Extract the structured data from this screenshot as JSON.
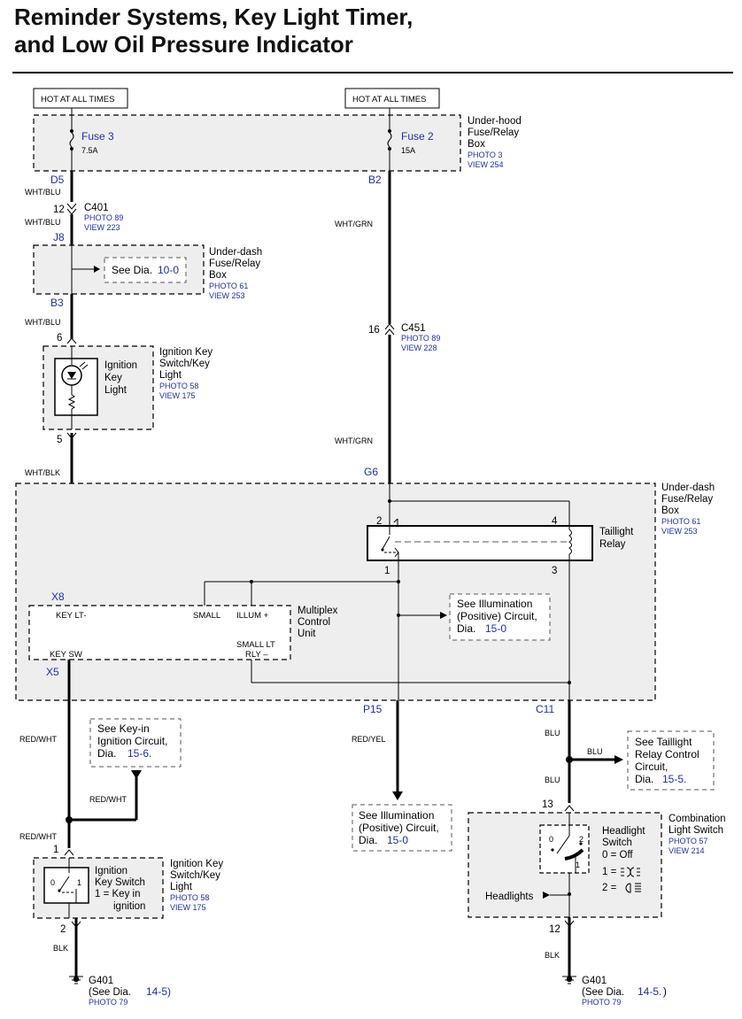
{
  "title": {
    "line1": "Reminder Systems, Key Light Timer,",
    "line2": "and Low Oil Pressure Indicator"
  },
  "hot": {
    "left": "HOT AT ALL TIMES",
    "right": "HOT AT ALL TIMES"
  },
  "underhood_box": {
    "label1": "Under-hood",
    "label2": "Fuse/Relay",
    "label3": "Box",
    "photo": "PHOTO 3",
    "view": "VIEW 254",
    "fuse3": "Fuse 3",
    "fuse3_amp": "7.5A",
    "fuse2": "Fuse 2",
    "fuse2_amp": "15A",
    "pin_d5": "D5",
    "pin_b2": "B2"
  },
  "c401": {
    "pin": "12",
    "name": "C401",
    "photo": "PHOTO 89",
    "view": "VIEW 223"
  },
  "c451": {
    "pin": "16",
    "name": "C451",
    "photo": "PHOTO 89",
    "view": "VIEW 228"
  },
  "underdash_box_small": {
    "pin_j8": "J8",
    "pin_b3": "B3",
    "see_prefix": "See Dia.",
    "see_ref": "10-0",
    "label1": "Under-dash",
    "label2": "Fuse/Relay",
    "label3": "Box",
    "photo": "PHOTO 61",
    "view": "VIEW 253"
  },
  "key_light": {
    "pin_top": "6",
    "pin_bottom": "5",
    "inner1": "Ignition",
    "inner2": "Key",
    "inner3": "Light",
    "label1": "Ignition Key",
    "label2": "Switch/Key",
    "label3": "Light",
    "photo": "PHOTO 58",
    "view": "VIEW 175"
  },
  "wires": {
    "wht_blu_1": "WHT/BLU",
    "wht_blu_2": "WHT/BLU",
    "wht_blu_3": "WHT/BLU",
    "wht_blk": "WHT/BLK",
    "wht_grn_1": "WHT/GRN",
    "wht_grn_2": "WHT/GRN",
    "red_wht_1": "RED/WHT",
    "red_wht_2": "RED/WHT",
    "red_wht_3": "RED/WHT",
    "red_yel": "RED/YEL",
    "blu_1": "BLU",
    "blu_2": "BLU",
    "blu_3": "BLU",
    "blk_1": "BLK",
    "blk_2": "BLK"
  },
  "underdash_box_large": {
    "pin_g6": "G6",
    "pin_x8": "X8",
    "pin_x5": "X5",
    "pin_p15": "P15",
    "pin_c11": "C11",
    "label1": "Under-dash",
    "label2": "Fuse/Relay",
    "label3": "Box",
    "photo": "PHOTO 61",
    "view": "VIEW 253"
  },
  "taillight_relay": {
    "label1": "Taillight",
    "label2": "Relay",
    "pin2": "2",
    "pin4": "4",
    "pin1": "1",
    "pin3": "3"
  },
  "mcu": {
    "label1": "Multiplex",
    "label2": "Control",
    "label3": "Unit",
    "key_lt": "KEY LT-",
    "small": "SMALL",
    "illum": "ILLUM +",
    "key_sw": "KEY SW",
    "small_lt1": "SMALL LT",
    "small_lt2": "RLY –"
  },
  "see_illum_inner": {
    "l1": "See Illumination",
    "l2": "(Positive) Circuit,",
    "l3": "Dia.",
    "ref": "15-0"
  },
  "see_keyin": {
    "l1": "See Key-in",
    "l2": "Ignition Circuit,",
    "l3": "Dia.",
    "ref": "15-6."
  },
  "see_illum_bottom": {
    "l1": "See Illumination",
    "l2": "(Positive) Circuit,",
    "l3": "Dia.",
    "ref": "15-0"
  },
  "see_taillight_ctrl": {
    "l1": "See Taillight",
    "l2": "Relay Control",
    "l3": "Circuit,",
    "l4": "Dia.",
    "ref": "15-5."
  },
  "ign_switch": {
    "pin_top": "1",
    "pin_bottom": "2",
    "inner1": "Ignition",
    "inner2": "Key Switch",
    "inner3": "1 = Key in",
    "inner4": "ignition",
    "pos0": "0",
    "pos1": "1",
    "label1": "Ignition Key",
    "label2": "Switch/Key",
    "label3": "Light",
    "photo": "PHOTO 58",
    "view": "VIEW 175"
  },
  "combo_switch": {
    "pin_top": "13",
    "pin_bottom": "12",
    "label1": "Combination",
    "label2": "Light Switch",
    "photo": "PHOTO 57",
    "view": "VIEW 214",
    "hs1": "Headlight",
    "hs2": "Switch",
    "off": "0 = Off",
    "one": "1 =",
    "two": "2 =",
    "pos0": "0",
    "pos1": "1",
    "pos2": "2",
    "headlights": "Headlights"
  },
  "ground_left": {
    "name": "G401",
    "see": "(See Dia.",
    "ref": "14-5)",
    "photo": "PHOTO 79"
  },
  "ground_right": {
    "name": "G401",
    "see": "(See Dia.",
    "ref": "14-5.",
    "close": ")",
    "photo": "PHOTO 79"
  }
}
